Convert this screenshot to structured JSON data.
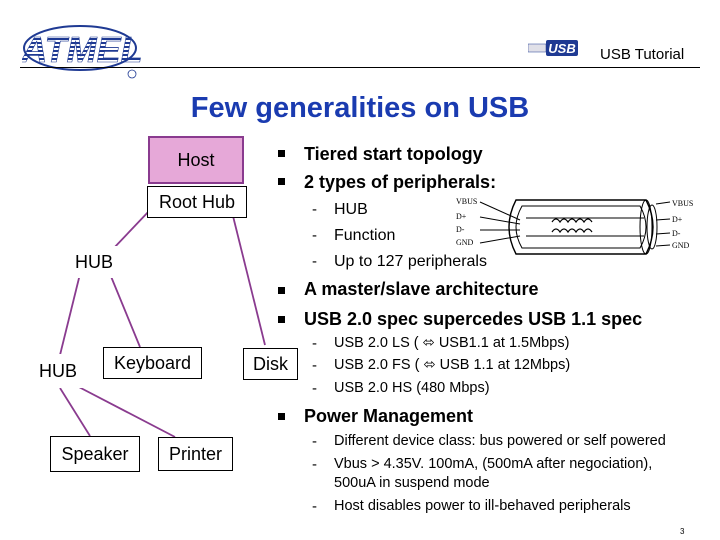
{
  "header": {
    "logo_text": "ATMEL",
    "usb_badge_text": "USB",
    "title": "USB Tutorial"
  },
  "slide": {
    "title": "Few generalities on USB",
    "page_number": "3"
  },
  "diagram": {
    "nodes": {
      "host": "Host",
      "root_hub": "Root Hub",
      "hub1": "HUB",
      "hub2": "HUB",
      "keyboard": "Keyboard",
      "disk": "Disk",
      "speaker": "Speaker",
      "printer": "Printer"
    }
  },
  "cable": {
    "left_labels": [
      "VBUS",
      "D+",
      "D-",
      "GND"
    ],
    "right_labels": [
      "VBUS",
      "D+",
      "D-",
      "GND"
    ]
  },
  "bullets": [
    {
      "text": "Tiered start topology"
    },
    {
      "text": "2 types of peripherals:",
      "sub": [
        "HUB",
        "Function",
        "Up to 127 peripherals"
      ]
    },
    {
      "text": "A master/slave architecture"
    },
    {
      "text": "USB 2.0 spec supercedes USB 1.1 spec",
      "sub": [
        "USB 2.0 LS ( ⬄ USB1.1 at 1.5Mbps)",
        "USB 2.0 FS ( ⬄ USB 1.1 at 12Mbps)",
        "USB 2.0 HS (480 Mbps)"
      ]
    },
    {
      "text": "Power Management",
      "sub": [
        "Different device class: bus powered or self powered",
        "Vbus > 4.35V. 100mA, (500mA after negociation),",
        "500uA in suspend mode",
        "Host disables power to ill-behaved peripherals"
      ]
    }
  ],
  "colors": {
    "title": "#1a3bb0",
    "logo": "#1f3a93",
    "host_fill": "#e6a8d8",
    "connector": "#8a3b8f"
  }
}
